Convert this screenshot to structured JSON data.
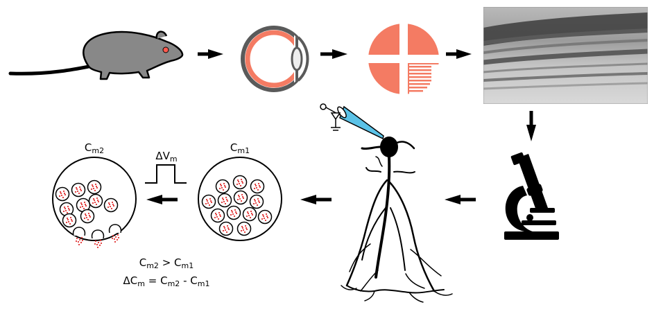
{
  "labels": {
    "cm1_base": "C",
    "cm1_sub": "m1",
    "cm2_base": "C",
    "cm2_sub": "m2",
    "dvm_prefix": "ΔV",
    "dvm_sub": "m",
    "eq1": {
      "a_base": "C",
      "a_sub": "m2",
      "op": " > ",
      "b_base": "C",
      "b_sub": "m1"
    },
    "eq2": {
      "lhs_base": "ΔC",
      "lhs_sub": "m",
      "eq": " = ",
      "a_base": "C",
      "a_sub": "m2",
      "op": " - ",
      "b_base": "C",
      "b_sub": "m1"
    }
  },
  "colors": {
    "stroke": "#000000",
    "rodent_fill": "#888888",
    "rodent_eye": "#ff5a4f",
    "eye_accent": "#f47b63",
    "eye_gray": "#5a5a5a",
    "retina_accent": "#f47b63",
    "pipette": "#5bc2e7",
    "vesicle_dots": "#e03030"
  },
  "icons": {
    "rodent": "rat-silhouette-icon",
    "eye": "eye-cross-section-icon",
    "retina": "retina-quadrant-icon",
    "micrograph": "retinal-slice-micrograph",
    "microscope": "microscope-icon",
    "neuron": "bipolar-neuron-icon",
    "pipette": "patch-pipette-icon"
  }
}
